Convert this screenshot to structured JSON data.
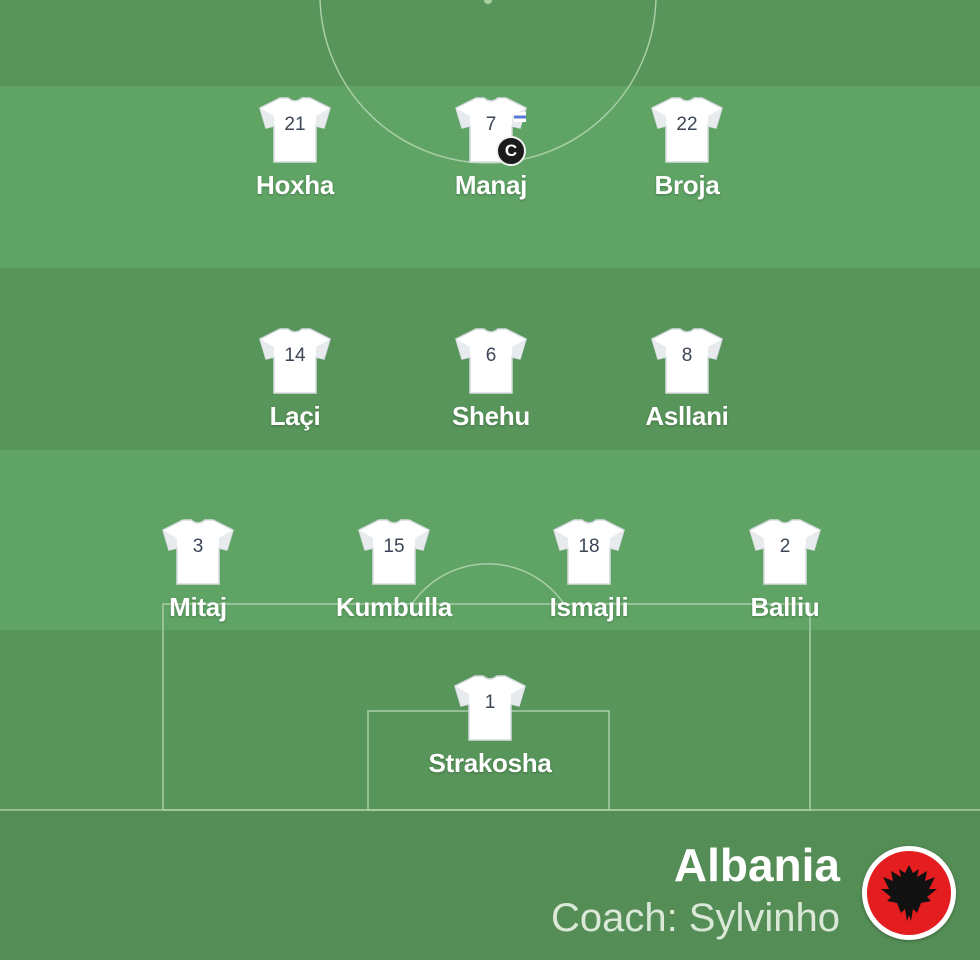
{
  "team": {
    "name": "Albania",
    "coach": "Coach: Sylvinho",
    "flag_icon": "albania-flag-icon",
    "flag_color": "#e41e20"
  },
  "colors": {
    "pitch_light": "#5fa365",
    "pitch_dark": "#58955a",
    "shirt": "#ffffff",
    "shirt_number": "#3c4656"
  },
  "captain_badge": "C",
  "players": [
    {
      "number": "21",
      "name": "Hoxha",
      "row": "forward"
    },
    {
      "number": "7",
      "name": "Manaj",
      "row": "forward",
      "captain": true
    },
    {
      "number": "22",
      "name": "Broja",
      "row": "forward"
    },
    {
      "number": "14",
      "name": "Laçi",
      "row": "midfield"
    },
    {
      "number": "6",
      "name": "Shehu",
      "row": "midfield"
    },
    {
      "number": "8",
      "name": "Asllani",
      "row": "midfield"
    },
    {
      "number": "3",
      "name": "Mitaj",
      "row": "defence"
    },
    {
      "number": "15",
      "name": "Kumbulla",
      "row": "defence"
    },
    {
      "number": "18",
      "name": "Ismajli",
      "row": "defence"
    },
    {
      "number": "2",
      "name": "Balliu",
      "row": "defence"
    },
    {
      "number": "1",
      "name": "Strakosha",
      "row": "goalkeeper"
    }
  ]
}
